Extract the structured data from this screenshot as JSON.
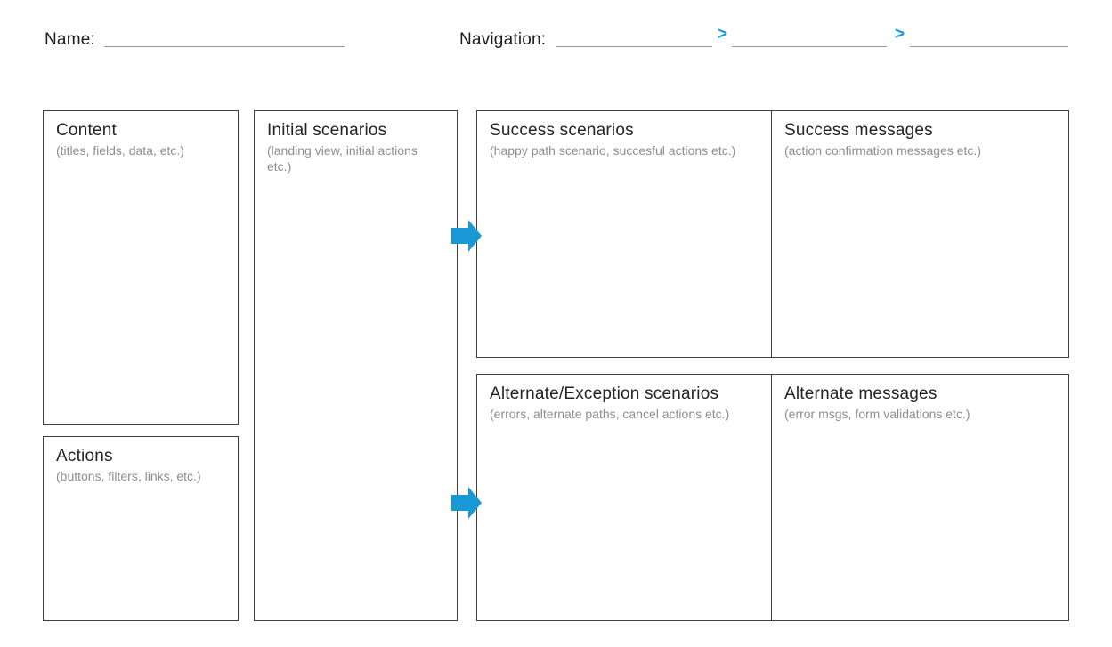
{
  "header": {
    "name_label": "Name:",
    "navigation_label": "Navigation:",
    "chevron": ">"
  },
  "panels": {
    "content": {
      "title": "Content",
      "subtitle": "(titles, fields, data, etc.)"
    },
    "actions": {
      "title": "Actions",
      "subtitle": "(buttons, filters, links, etc.)"
    },
    "initial_scenarios": {
      "title": "Initial scenarios",
      "subtitle": "(landing view, initial actions etc.)"
    },
    "success_scenarios": {
      "title": "Success scenarios",
      "subtitle": "(happy path scenario, succesful actions etc.)"
    },
    "success_messages": {
      "title": "Success messages",
      "subtitle": "(action confirmation messages etc.)"
    },
    "alternate_scenarios": {
      "title": "Alternate/Exception scenarios",
      "subtitle": "(errors, alternate paths, cancel actions etc.)"
    },
    "alternate_messages": {
      "title": "Alternate messages",
      "subtitle": "(error msgs, form validations etc.)"
    }
  },
  "colors": {
    "accent_blue": "#1899D6",
    "border": "#3f3f3e",
    "line_gray": "#999999",
    "subtitle_gray": "#8e8e8e"
  }
}
